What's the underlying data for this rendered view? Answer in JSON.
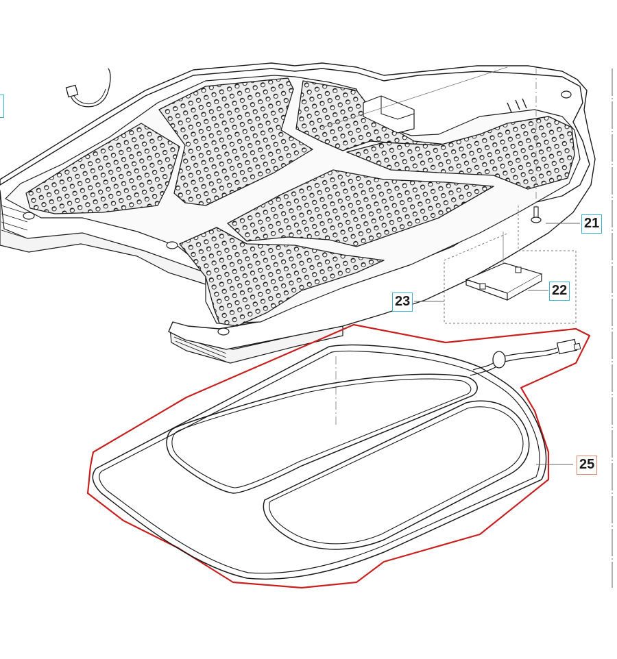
{
  "callouts": [
    {
      "id": "21",
      "label": "21",
      "part": "screw"
    },
    {
      "id": "22",
      "label": "22",
      "part": "bracket"
    },
    {
      "id": "23",
      "label": "23",
      "part": "assembly-group"
    },
    {
      "id": "25",
      "label": "25",
      "part": "wire-loop-harness",
      "highlighted": true
    }
  ],
  "colors": {
    "callout_border": "#35b7cf",
    "callout_highlight_border": "#e1846f",
    "outline_highlight": "#c8201e",
    "line_art": "#1a1a1a",
    "perforation_fill": "#ededed"
  }
}
